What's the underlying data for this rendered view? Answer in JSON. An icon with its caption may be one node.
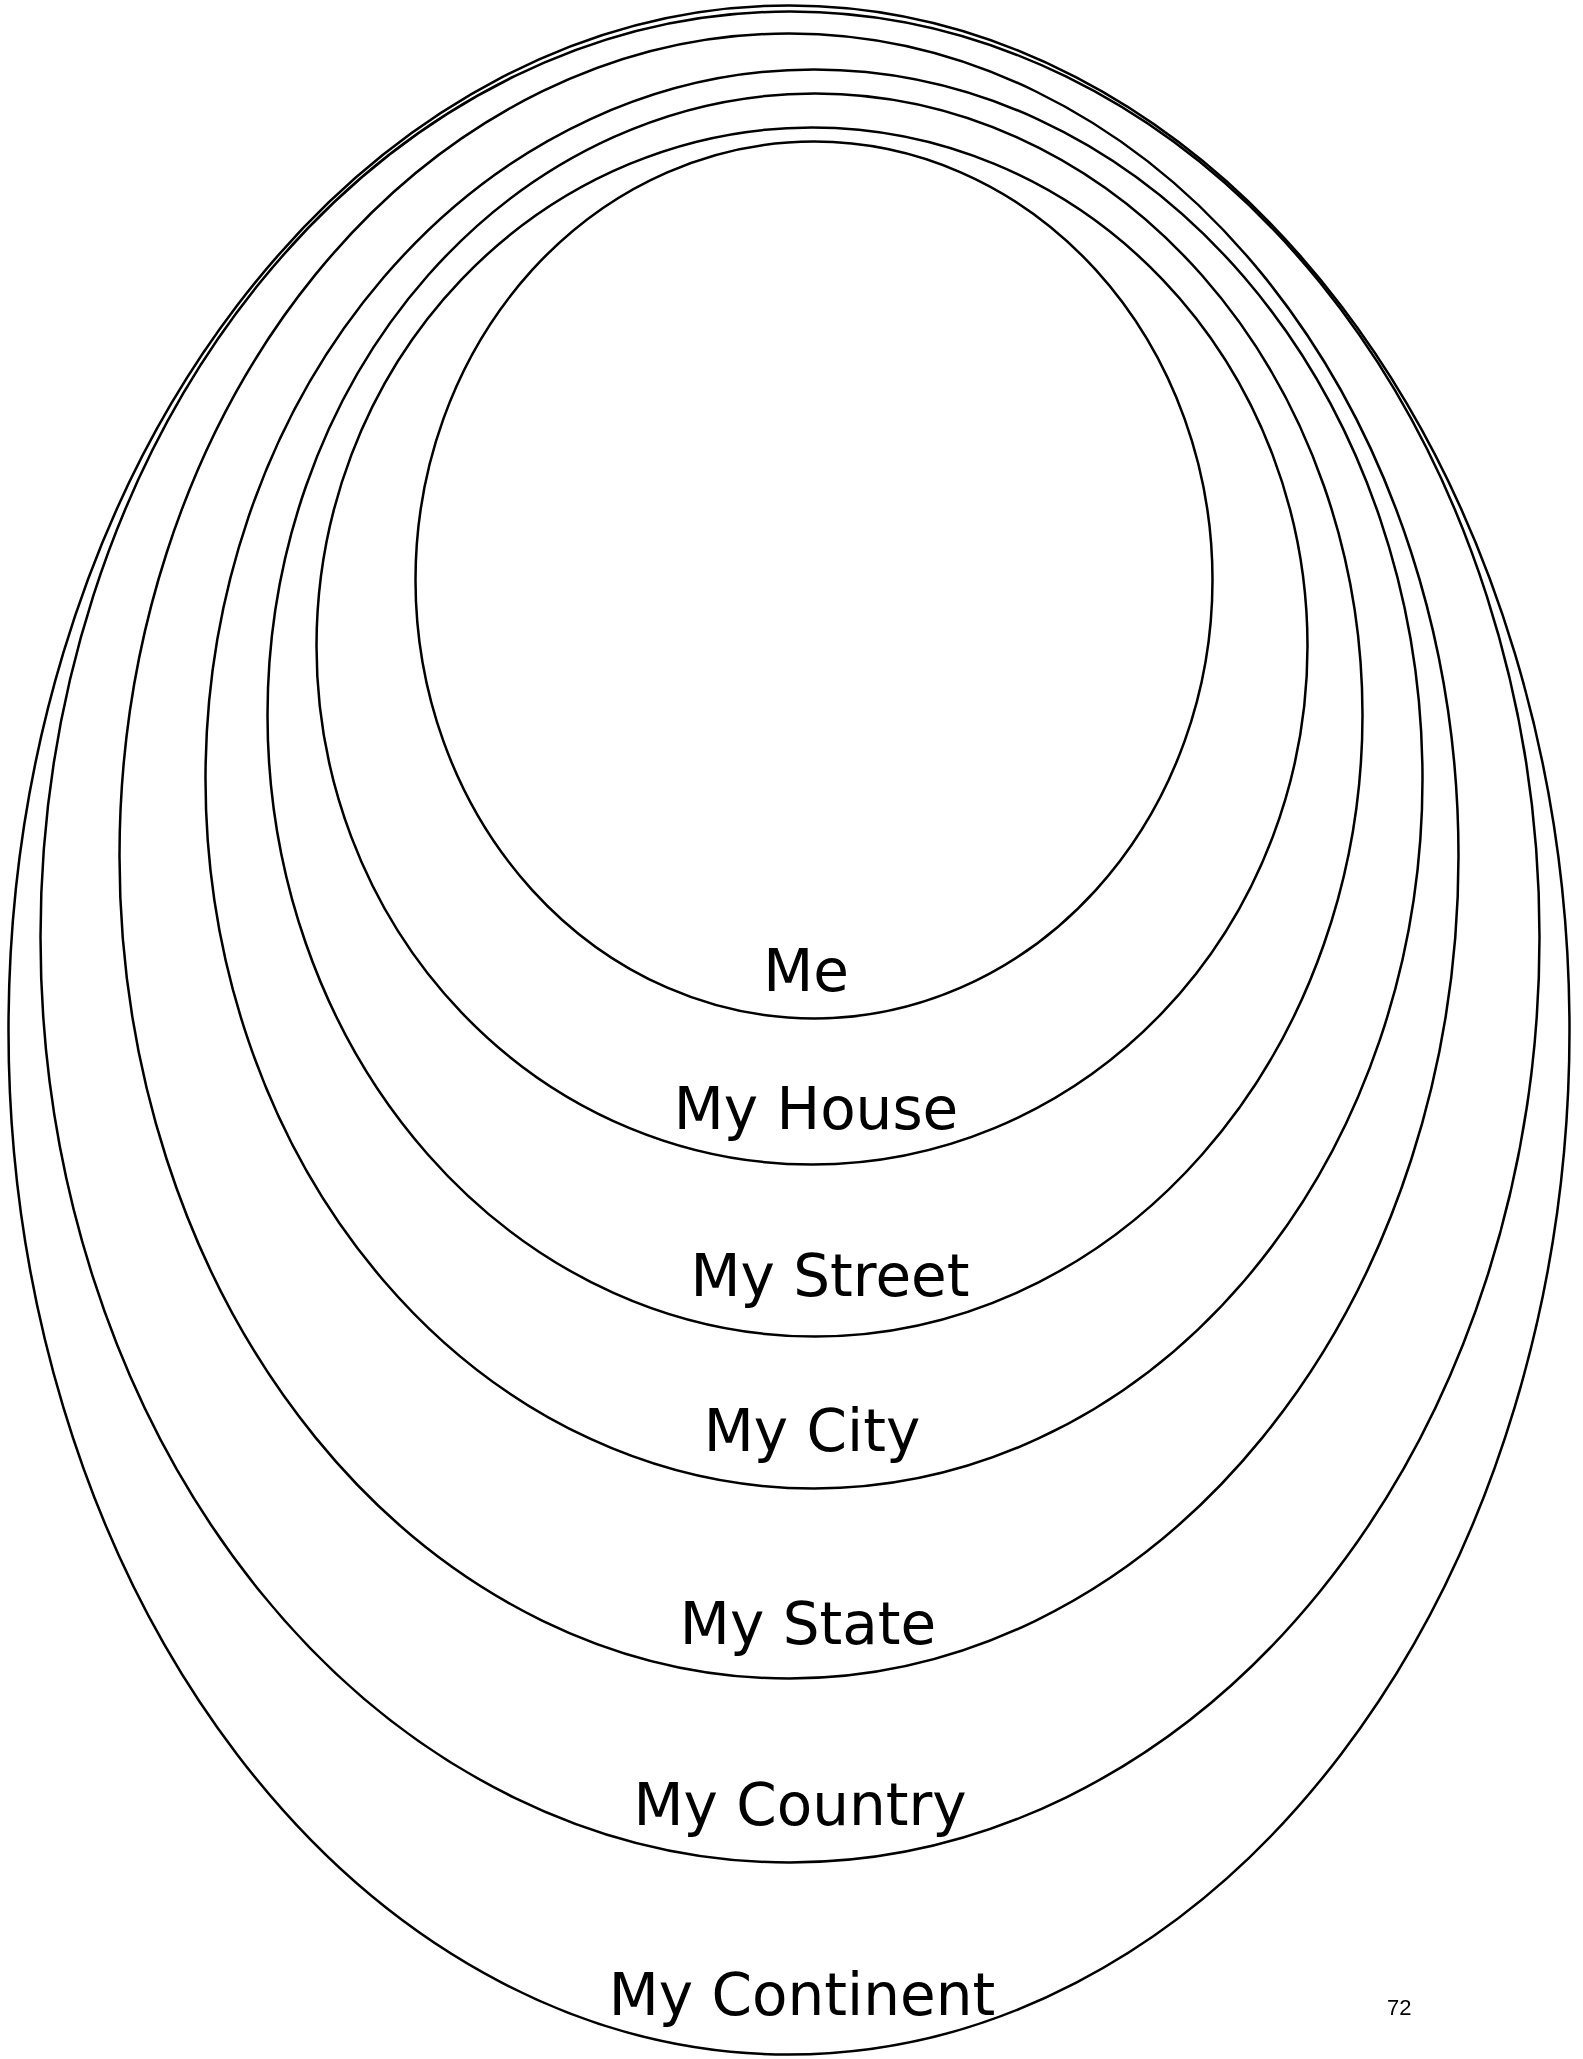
{
  "diagram": {
    "nodes": [
      {
        "text": [
          "My Continent"
        ]
      },
      {
        "text": [
          "My Country"
        ],
        "in": 0
      },
      {
        "text": [
          "My State"
        ],
        "in": 1
      },
      {
        "text": [
          "My City"
        ],
        "in": 2
      },
      {
        "text": [
          "My Street"
        ],
        "in": 3
      },
      {
        "text": [
          "My House"
        ],
        "in": 4
      },
      {
        "text": [
          "Me"
        ],
        "in": 5
      }
    ],
    "edges": [],
    "labels": [
      "72"
    ]
  }
}
